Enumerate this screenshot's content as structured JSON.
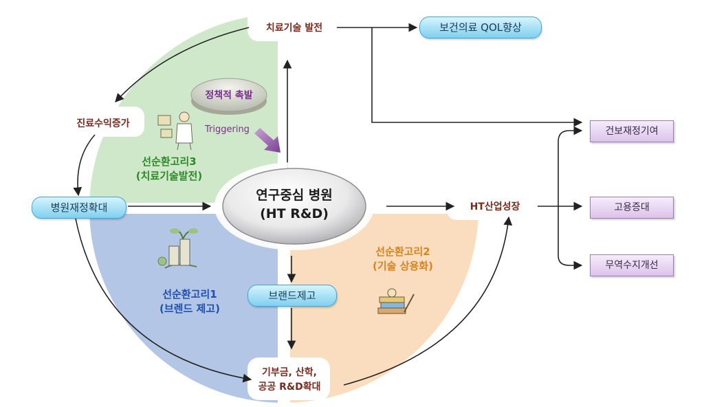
{
  "top_node": "치료기술 발전",
  "qol_box": "보건의료 QOL향상",
  "revenue_node": "진료수익증가",
  "expansion_box": "병원재정확대",
  "center": {
    "line1": "연구중심 병원",
    "line2": "(HT R&D)"
  },
  "industry_node": "HT산업성장",
  "brand_box": "브랜드제고",
  "bottom_node": {
    "line1": "기부금, 산학,",
    "line2": "공공 R&D확대"
  },
  "policy": {
    "label": "정책적 촉발",
    "sub": "Triggering"
  },
  "loops": {
    "loop3": {
      "line1": "선순환고리3",
      "line2": "(치료기술발전)"
    },
    "loop2": {
      "line1": "선순환고리2",
      "line2": "(기술 상용화)"
    },
    "loop1": {
      "line1": "선순환고리1",
      "line2": "(브렌드 제고)"
    }
  },
  "outcomes": [
    "건보재정기여",
    "고용증대",
    "무역수지개선"
  ],
  "colors": {
    "quad_green": "#cfe8c9",
    "quad_orange": "#fadcbe",
    "quad_blue": "#b3c6e6",
    "loop3_text": "#2d8a2a",
    "loop2_text": "#d8841e",
    "loop1_text": "#1f4fb0",
    "node_text": "#7a2a1e",
    "policy_text": "#7a2f8f"
  },
  "icons": [
    "scientist-icon",
    "sprout-building-icon",
    "money-stack-icon"
  ]
}
